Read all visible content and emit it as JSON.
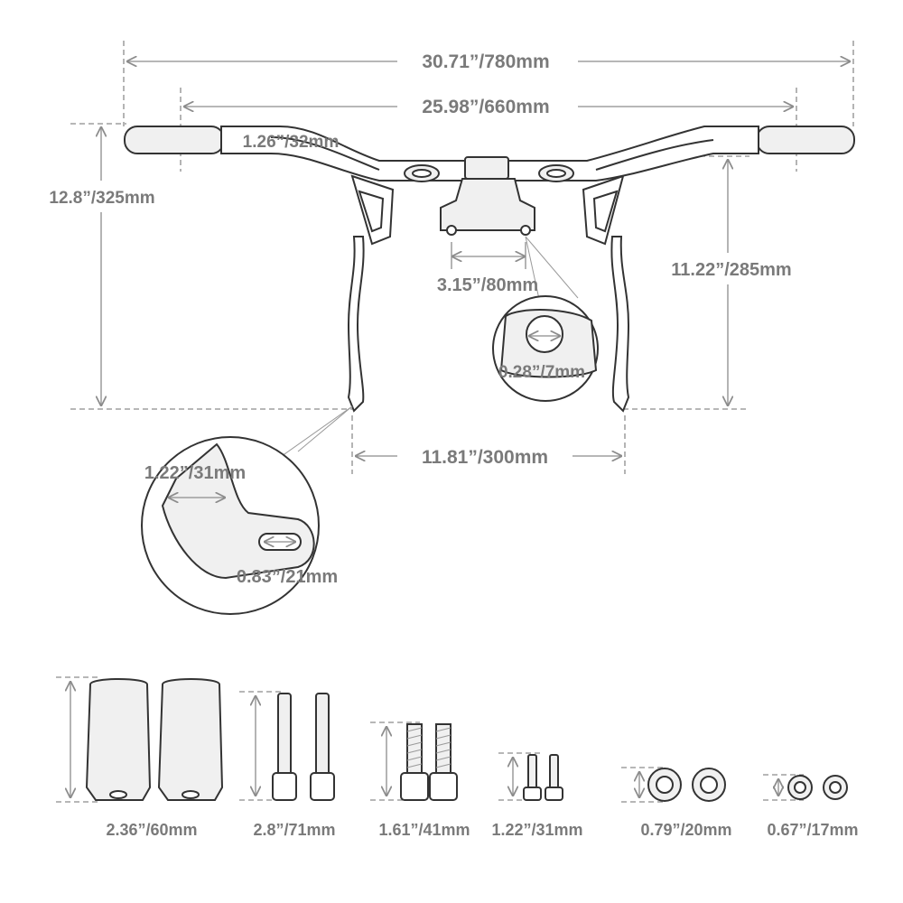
{
  "dimensions": {
    "overall_width": "30.71”/780mm",
    "grip_width": "25.98”/660mm",
    "bar_diameter": "1.26”/32mm",
    "total_height": "12.8”/325mm",
    "riser_height": "11.22”/285mm",
    "clamp_spacing": "3.15”/80mm",
    "clamp_hole": "0.28”/7mm",
    "foot_spacing": "11.81”/300mm",
    "foot_width": "1.22”/31mm",
    "slot_length": "0.83”/21mm"
  },
  "hardware": [
    {
      "label": "2.36”/60mm",
      "icon": "spacer-icon"
    },
    {
      "label": "2.8”/71mm",
      "icon": "long-bolt-icon"
    },
    {
      "label": "1.61”/41mm",
      "icon": "medium-bolt-icon"
    },
    {
      "label": "1.22”/31mm",
      "icon": "short-bolt-icon"
    },
    {
      "label": "0.79”/20mm",
      "icon": "large-washer-icon"
    },
    {
      "label": "0.67”/17mm",
      "icon": "small-washer-icon"
    }
  ]
}
